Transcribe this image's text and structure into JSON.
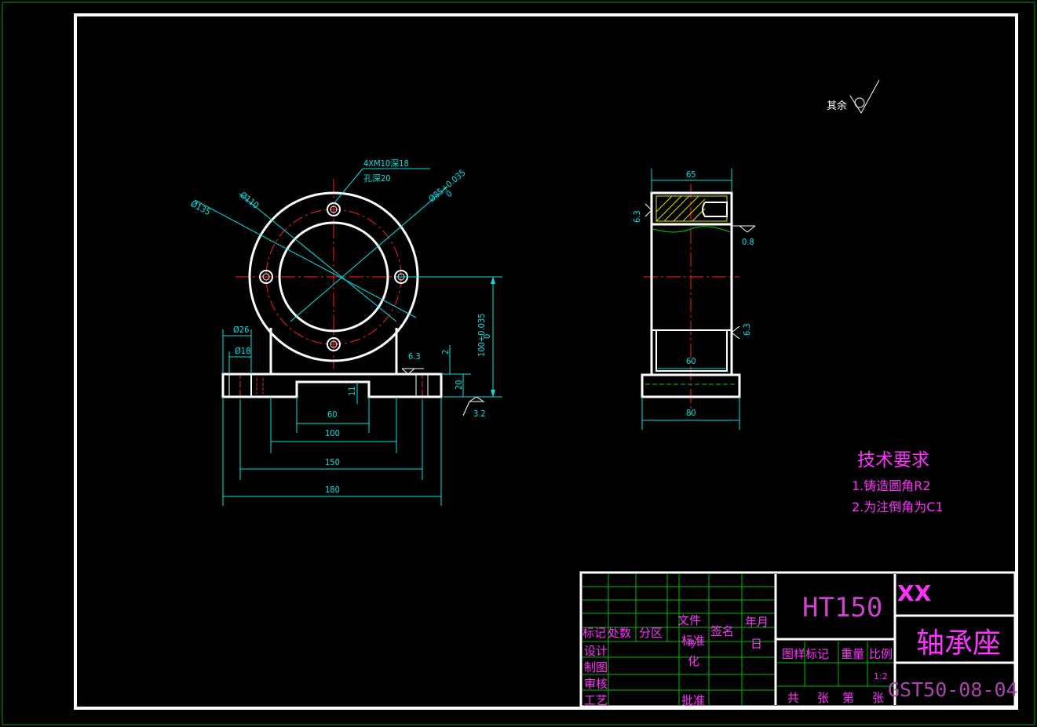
{
  "surface_note": {
    "label": "其余"
  },
  "front_view": {
    "hole_note_line1": "4XM10深18",
    "hole_note_line2": "孔深20",
    "dia_outer": "Ø135",
    "dia_pitch": "Ø110",
    "dia_bore": "Ø85+0.035",
    "dia_bore_tol": "0",
    "height_dim": "100+0.035",
    "height_tol": "0",
    "slot_depth": "2",
    "base_height": "20",
    "inner_height": "11",
    "roughness_top": "6.3",
    "roughness_bottom": "3.2",
    "counterbore_dia": "Ø26",
    "hole_dia": "Ø18",
    "w60": "60",
    "w100": "100",
    "w150": "150",
    "w180": "180"
  },
  "side_view": {
    "width_top": "65",
    "width_inner": "60",
    "width_base": "80",
    "roughness_left": "6.3",
    "roughness_right1": "0.8",
    "roughness_right2": "6.3"
  },
  "tech_req": {
    "title": "技术要求",
    "item1": "1.铸造圆角R2",
    "item2": "2.为注倒角为C1"
  },
  "title_block": {
    "material": "HT150",
    "company": "XX",
    "part_name": "轴承座",
    "drawing_no": "GST50-08-04",
    "label_mark": "标记",
    "label_count": "处数",
    "label_zone": "分区",
    "label_doc_line1": "文件",
    "label_doc_line2": "标准",
    "label_doc_line3": "号",
    "label_doc_line4": "化",
    "label_sign": "签名",
    "label_date_line1": "年月",
    "label_date_line2": "日",
    "label_design": "设计",
    "label_draw": "制图",
    "label_check": "审核",
    "label_process": "工艺",
    "label_approve": "批准",
    "label_sample": "图样标记",
    "label_weight": "重量",
    "label_scale": "比例",
    "scale_value": "1:2",
    "label_total": "共",
    "label_sheets": "张",
    "label_sheet_no": "第",
    "label_sheet_end": "张"
  },
  "colors": {
    "outline": "#ffffff",
    "dimension": "#00e5e5",
    "center_line": "#ff2020",
    "text": "#ff33ff",
    "grid": "#00c000",
    "hatch": "#e0e000",
    "border": "#00a000"
  }
}
